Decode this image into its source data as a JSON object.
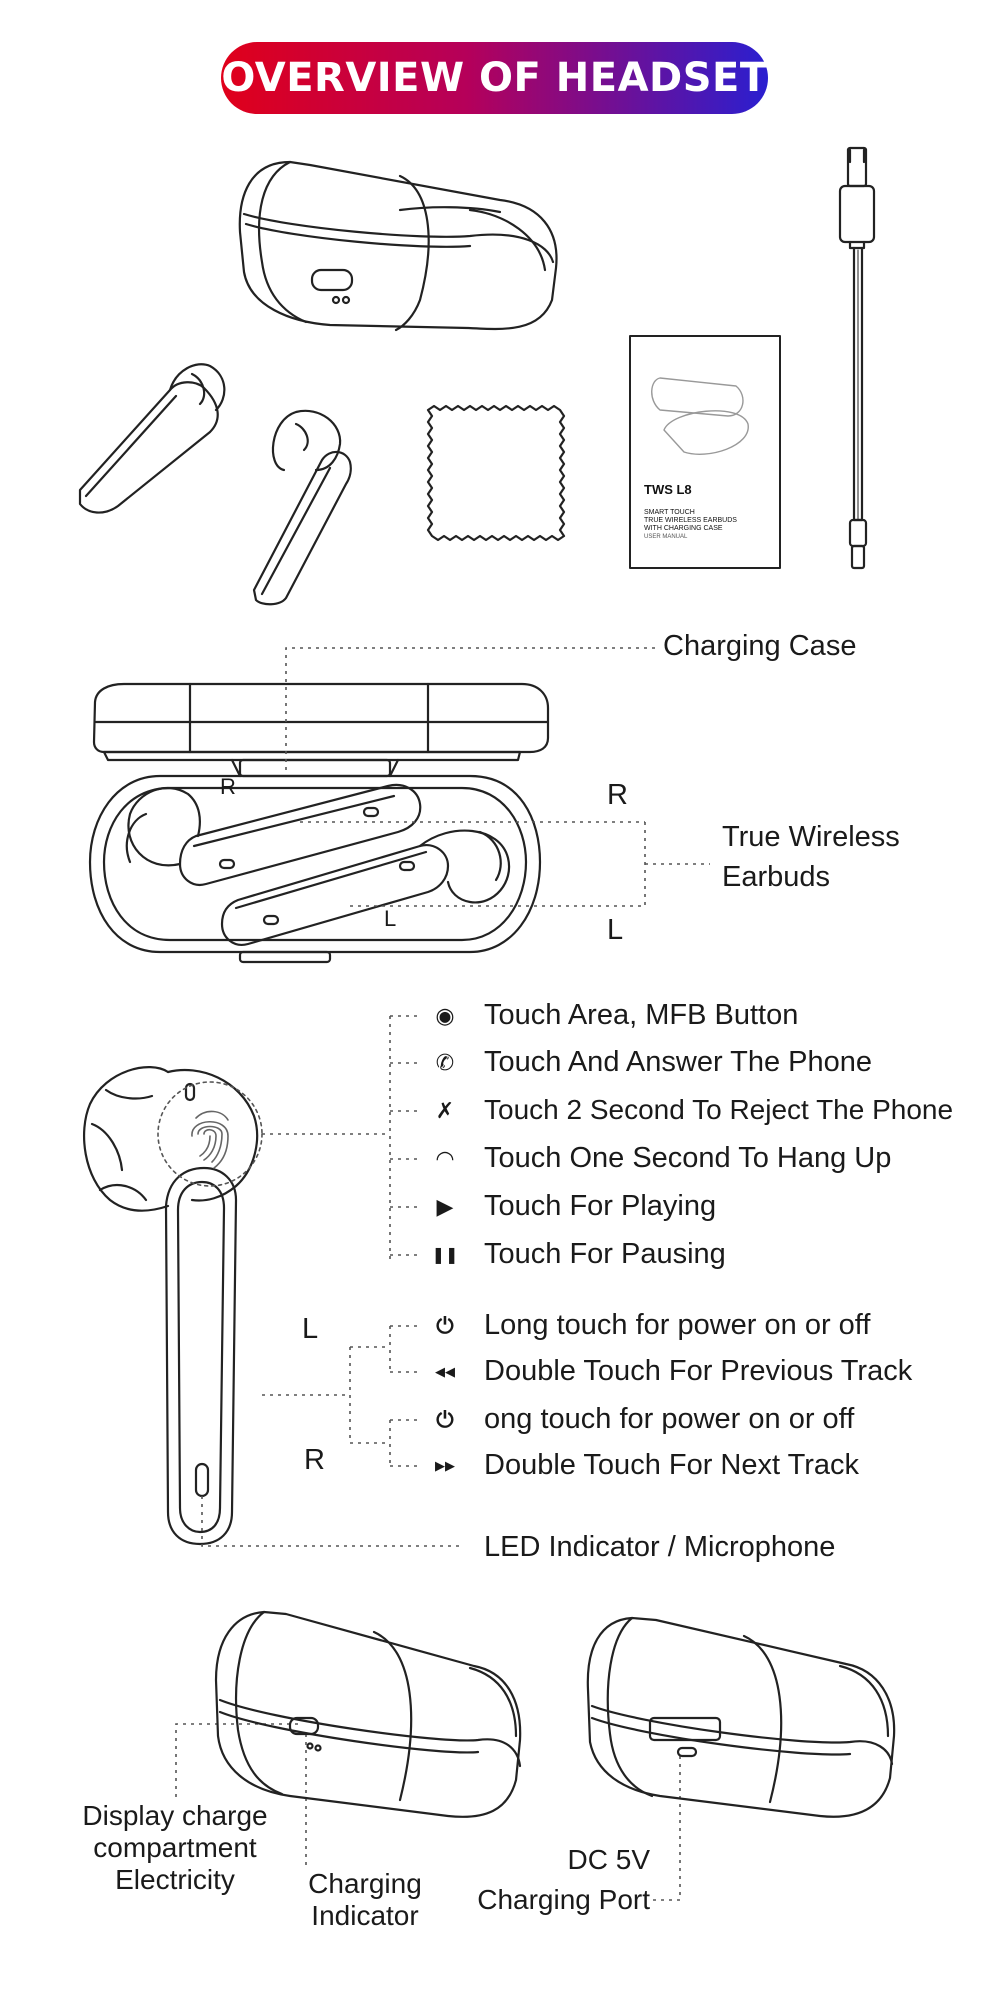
{
  "header": {
    "title": "OVERVIEW OF HEADSET"
  },
  "manual": {
    "model": "TWS L8",
    "line1": "SMART TOUCH",
    "line2": "TRUE WIRELESS EARBUDS",
    "line3": "WITH CHARGING CASE",
    "line4": "USER MANUAL"
  },
  "case_view": {
    "charging_case": "Charging Case",
    "earbuds_line1": "True Wireless",
    "earbuds_line2": "Earbuds",
    "right_mark": "R",
    "left_mark": "L",
    "inner_right_mark": "R",
    "inner_left_mark": "L"
  },
  "functions": [
    {
      "icon": "fingerprint-icon",
      "glyph": "◉",
      "label": "Touch Area, MFB Button"
    },
    {
      "icon": "phone-answer-icon",
      "glyph": "✆",
      "label": "Touch And Answer The Phone"
    },
    {
      "icon": "phone-reject-icon",
      "glyph": "✗",
      "label": "Touch 2 Second To Reject The Phone"
    },
    {
      "icon": "phone-hangup-icon",
      "glyph": "◠",
      "label": "Touch One Second To Hang Up"
    },
    {
      "icon": "play-icon",
      "glyph": "▶",
      "label": "Touch For Playing"
    },
    {
      "icon": "pause-icon",
      "glyph": "❚❚",
      "label": "Touch For Pausing"
    }
  ],
  "side_controls": {
    "left_mark": "L",
    "right_mark": "R",
    "items": [
      {
        "icon": "power-icon",
        "glyph": "⏻",
        "label": "Long touch for power on or off"
      },
      {
        "icon": "previous-track-icon",
        "glyph": "◀◀",
        "label": "Double Touch For Previous Track"
      },
      {
        "icon": "power-icon",
        "glyph": "⏻",
        "label": "ong touch for power on or off"
      },
      {
        "icon": "next-track-icon",
        "glyph": "▶▶",
        "label": "Double Touch For Next Track"
      }
    ]
  },
  "led": {
    "label": "LED Indicator / Microphone"
  },
  "case_bottom": {
    "display_line1": "Display charge",
    "display_line2": "compartment",
    "display_line3": "Electricity",
    "indicator_line1": "Charging",
    "indicator_line2": "Indicator",
    "port_line1": "DC 5V",
    "port_line2": "Charging Port"
  }
}
